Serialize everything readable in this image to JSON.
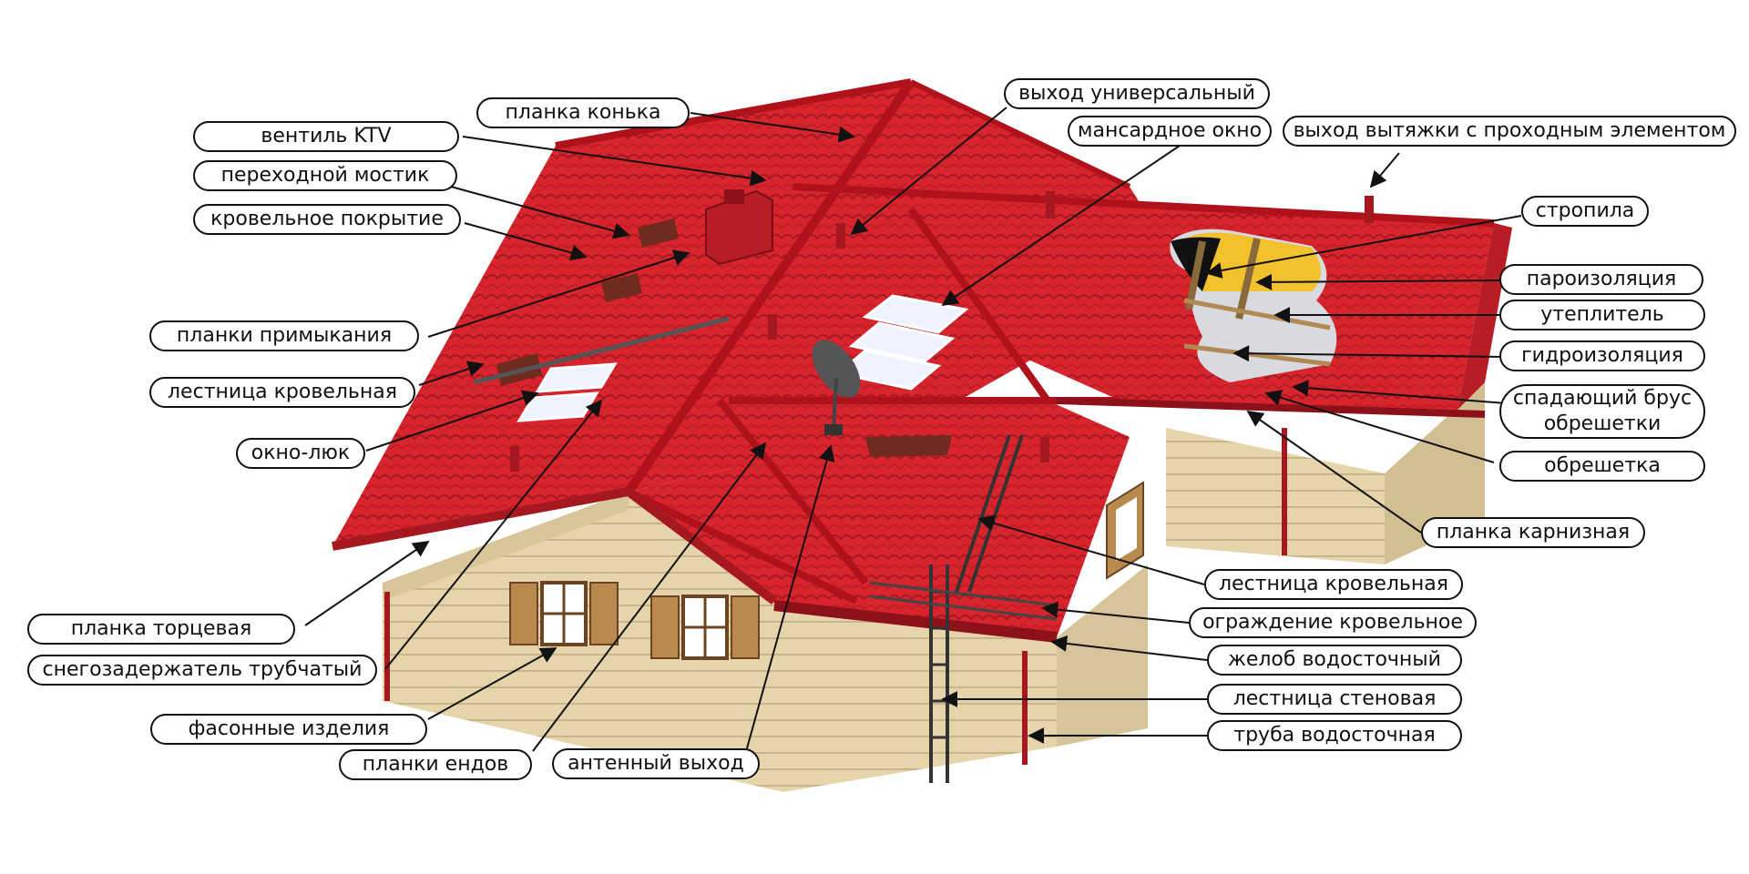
{
  "labels": {
    "ridge_board": "планка конька",
    "ktv_valve": "вентиль KTV",
    "walkway": "переходной мостик",
    "roof_covering": "кровельное покрытие",
    "flashing_strips": "планки примыкания",
    "roof_ladder_left": "лестница кровельная",
    "roof_hatch": "окно-люк",
    "gable_strip": "планка торцевая",
    "tube_snow_guard": "снегозадержатель трубчатый",
    "shaped_products": "фасонные изделия",
    "valley_strips": "планки ендов",
    "antenna_outlet": "антенный выход",
    "universal_outlet": "выход универсальный",
    "dormer_window": "мансардное окно",
    "exhaust_outlet": "выход вытяжки с проходным элементом",
    "rafters": "стропила",
    "vapor_barrier": "пароизоляция",
    "insulation": "утеплитель",
    "waterproofing": "гидроизоляция",
    "counter_batten_line1": "спадающий брус",
    "counter_batten_line2": "обрешетки",
    "battens": "обрешетка",
    "eaves_strip": "планка карнизная",
    "roof_ladder_right": "лестница кровельная",
    "roof_railing": "ограждение кровельное",
    "gutter": "желоб водосточный",
    "wall_ladder": "лестница стеновая",
    "downpipe": "труба водосточная"
  },
  "colors": {
    "roof": "#d8242c",
    "roof_dark": "#a51820",
    "ridge": "#b0121c",
    "wall": "#e6d5ab",
    "wall_line": "#c9b58a",
    "trim": "#8a5a2b",
    "insulation": "#f2c12e",
    "membrane": "#d9d9e0",
    "pointer": "#111111"
  }
}
